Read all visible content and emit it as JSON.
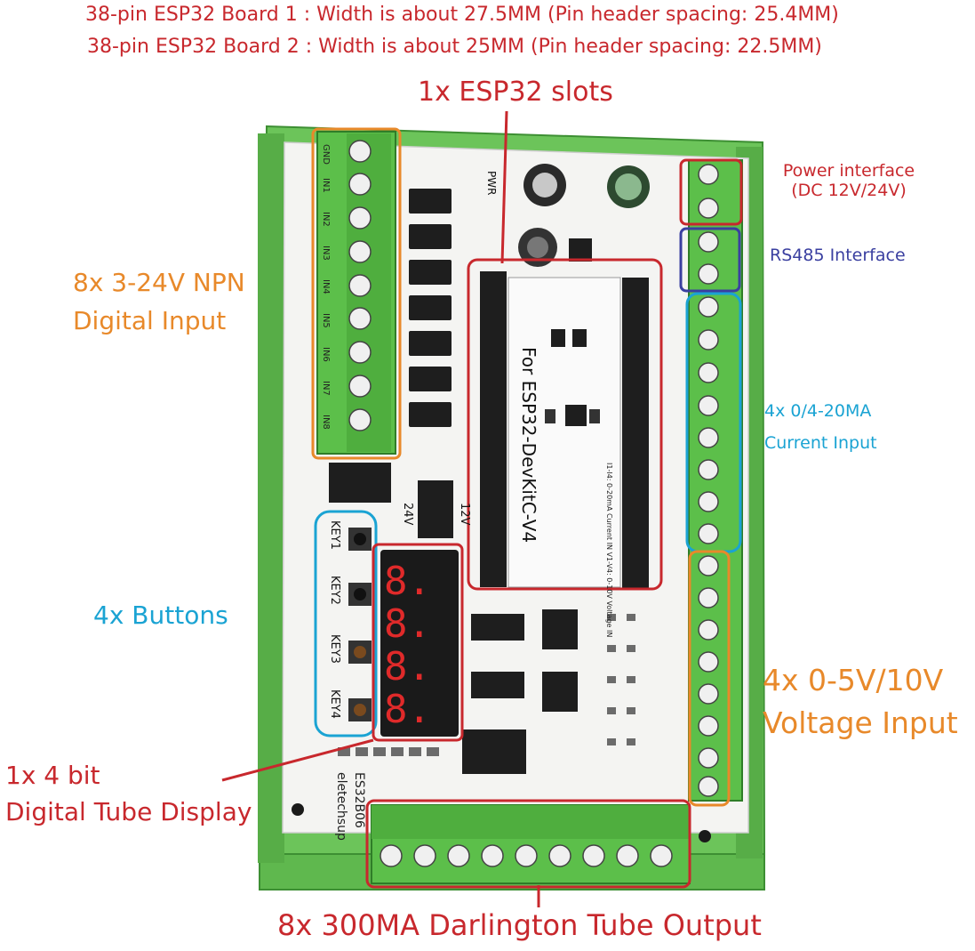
{
  "header": {
    "line1": "38-pin ESP32 Board 1 : Width is about 27.5MM (Pin header spacing: 25.4MM)",
    "line2": "38-pin ESP32 Board 2 : Width is about 25MM (Pin header spacing: 22.5MM)"
  },
  "callouts": {
    "esp32_slot": "1x ESP32 slots",
    "power_line1": "Power interface",
    "power_line2": "(DC 12V/24V)",
    "rs485": "RS485 Interface",
    "current_line1": "4x 0/4-20MA",
    "current_line2": "Current Input",
    "npn_line1": "8x 3-24V NPN",
    "npn_line2": "Digital Input",
    "buttons": "4x Buttons",
    "voltage_line1": "4x 0-5V/10V",
    "voltage_line2": "Voltage Input",
    "display_line1": "1x 4 bit",
    "display_line2": "Digital Tube Display",
    "output": "8x 300MA Darlington Tube Output"
  },
  "board": {
    "input_pins": [
      "GND",
      "IN1",
      "IN2",
      "IN3",
      "IN4",
      "IN5",
      "IN6",
      "IN7",
      "IN8"
    ],
    "keys": [
      "KEY1",
      "KEY2",
      "KEY3",
      "KEY4"
    ],
    "module_label_line1": "For ESP32-DevKitC-V4",
    "voltage_jumpers": [
      "12V",
      "24V"
    ],
    "pwr_label": "PWR",
    "brand": "eletechsup",
    "model": "ES32B06",
    "module_note": "I1-I4: 0-20mA Current IN  V1-V4: 0-10V Voltage IN",
    "display_digits": "8.8.8.8."
  },
  "colors": {
    "red": "#c8282d",
    "orange": "#e8892a",
    "blue": "#3a3fa0",
    "cyan": "#1aa3d3",
    "terminal_green": "#5cbf4a",
    "pcb_white": "#f4f4f2",
    "dark_chip": "#1e1e1e"
  }
}
